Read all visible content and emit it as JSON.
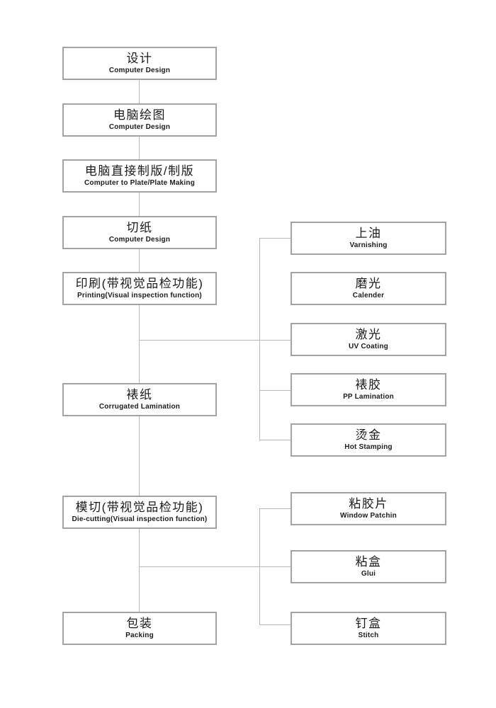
{
  "colors": {
    "background": "#ffffff",
    "box_border": "#a3a3a3",
    "connector_line": "#b8b8b8",
    "text": "#1c1c1c"
  },
  "flowchart": {
    "main_steps": [
      {
        "id": "design",
        "zh": "设计",
        "en": "Computer Design"
      },
      {
        "id": "computer-drawing",
        "zh": "电脑绘图",
        "en": "Computer Design"
      },
      {
        "id": "computer-to-plate",
        "zh": "电脑直接制版/制版",
        "en": "Computer to Plate/Plate Making"
      },
      {
        "id": "paper-cutting",
        "zh": "切纸",
        "en": "Computer Design"
      },
      {
        "id": "printing",
        "zh": "印刷(带视觉品检功能)",
        "en": "Printing(Visual inspection function)"
      },
      {
        "id": "corrugated-lamination",
        "zh": "裱纸",
        "en": "Corrugated Lamination"
      },
      {
        "id": "die-cutting",
        "zh": "模切(带视觉品检功能)",
        "en": "Die-cutting(Visual inspection function)"
      },
      {
        "id": "packing",
        "zh": "包装",
        "en": "Packing"
      }
    ],
    "finishing_steps": [
      {
        "id": "varnishing",
        "zh": "上油",
        "en": "Varnishing"
      },
      {
        "id": "calendering",
        "zh": "磨光",
        "en": "Calender"
      },
      {
        "id": "uv-coating",
        "zh": "激光",
        "en": "UV Coating"
      },
      {
        "id": "pp-lamination",
        "zh": "裱胶",
        "en": "PP Lamination"
      },
      {
        "id": "hot-stamping",
        "zh": "烫金",
        "en": "Hot Stamping"
      }
    ],
    "assembly_steps": [
      {
        "id": "window-patching",
        "zh": "粘胶片",
        "en": "Window Patchin"
      },
      {
        "id": "gluing",
        "zh": "粘盒",
        "en": "Glui"
      },
      {
        "id": "stitching",
        "zh": "钉盒",
        "en": "Stitch"
      }
    ]
  }
}
